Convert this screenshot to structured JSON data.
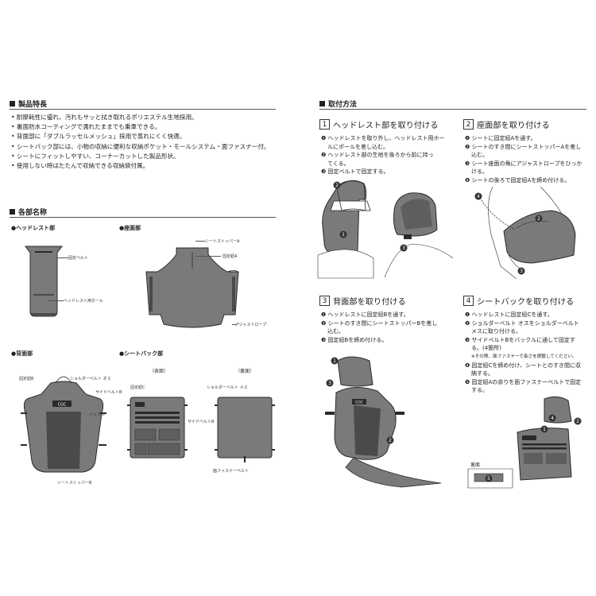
{
  "features": {
    "title": "製品特長",
    "bullets": [
      "• 耐摩耗性に優れ、汚れもサッと拭き取れるポリエステル生地採用。",
      "• 裏面防水コーティングで濡れたままでも乗車できる。",
      "• 背面部に「ダブルラッセルメッシュ」採用で蒸れにくく快適。",
      "• シートバック部には、小物の収納に便利な収納ポケット・モールシステム・面ファスナー付。",
      "• シートにフィットしやすい、コーナーカットした製品形状。",
      "• 使用しない時はたたんで収納できる収納袋付属。"
    ]
  },
  "parts": {
    "title": "各部名称",
    "headrest": {
      "label": "●ヘッドレスト部",
      "fixing_belt": "固定ベルト",
      "hole": "ヘッドレスト用ホール"
    },
    "seat": {
      "label": "●座面部",
      "stopper_a": "シートストッパーA",
      "cord_a": "固定紐A",
      "rope": "アジャストロープ"
    },
    "back": {
      "label": "●背面部",
      "cord_b": "固定紐B",
      "shoulder_male": "ショルダーベルト オス",
      "side_belt_b": "サイドベルトB",
      "buckle": "バックル",
      "stopper_b": "シートストッパーB"
    },
    "seatback": {
      "label": "●シートバック部",
      "front": "（表面）",
      "rear": "（裏面）",
      "cord_c": "固定紐C",
      "shoulder_female": "ショルダーベルト メス",
      "side_belt_b": "サイドベルトB",
      "fastener_belt": "面ファスナーベルト"
    }
  },
  "install": {
    "title": "取付方法",
    "steps": [
      {
        "num": "1",
        "title": "ヘッドレスト部を取り付ける",
        "lines": [
          "❶ ヘッドレストを取り外し、ヘッドレスト用ホー",
          "ルにポールを差し込む。",
          "❷ ヘッドレスト部の生地を後ろから前に持っ",
          "てくる。",
          "❸ 固定ベルトで固定する。"
        ]
      },
      {
        "num": "2",
        "title": "座面部を取り付ける",
        "lines": [
          "❶ シートに固定紐Aを通す。",
          "❷ シートのすき間にシートストッパーAを差し",
          "込む。",
          "❸ シート座面の角にアジャストロープをひっか",
          "ける。",
          "❹ シートの後ろで固定紐Aを締め付ける。"
        ]
      },
      {
        "num": "3",
        "title": "背面部を取り付ける",
        "lines": [
          "❶ ヘッドレストに固定紐Bを通す。",
          "❷ シートのすき間にシートストッパーBを差し",
          "込む。",
          "❸ 固定紐Bを締め付ける。"
        ]
      },
      {
        "num": "4",
        "title": "シートバックを取り付ける",
        "lines": [
          "❶ ヘッドレストに固定紐Cを通す。",
          "❷ ショルダーベルト オスをショルダーベルト",
          "メスに取り付ける。",
          "❸ サイドベルトBをバックルに通して固定す",
          "る。(4箇所)",
          "※その際、面ファスナーで長さを調整してください。",
          "❹ 固定紐Cを締め付け、シートとのすき間に収",
          "納する。",
          "❺ 固定紐Aの余りを面ファスナーベルトで固定",
          "する。"
        ],
        "rear_label": "裏面"
      }
    ]
  },
  "colors": {
    "fabric": "#7a7a7a",
    "fabric_dark": "#5e5e5e",
    "mesh": "#4a4a4a",
    "outline": "#2a2a2a"
  }
}
